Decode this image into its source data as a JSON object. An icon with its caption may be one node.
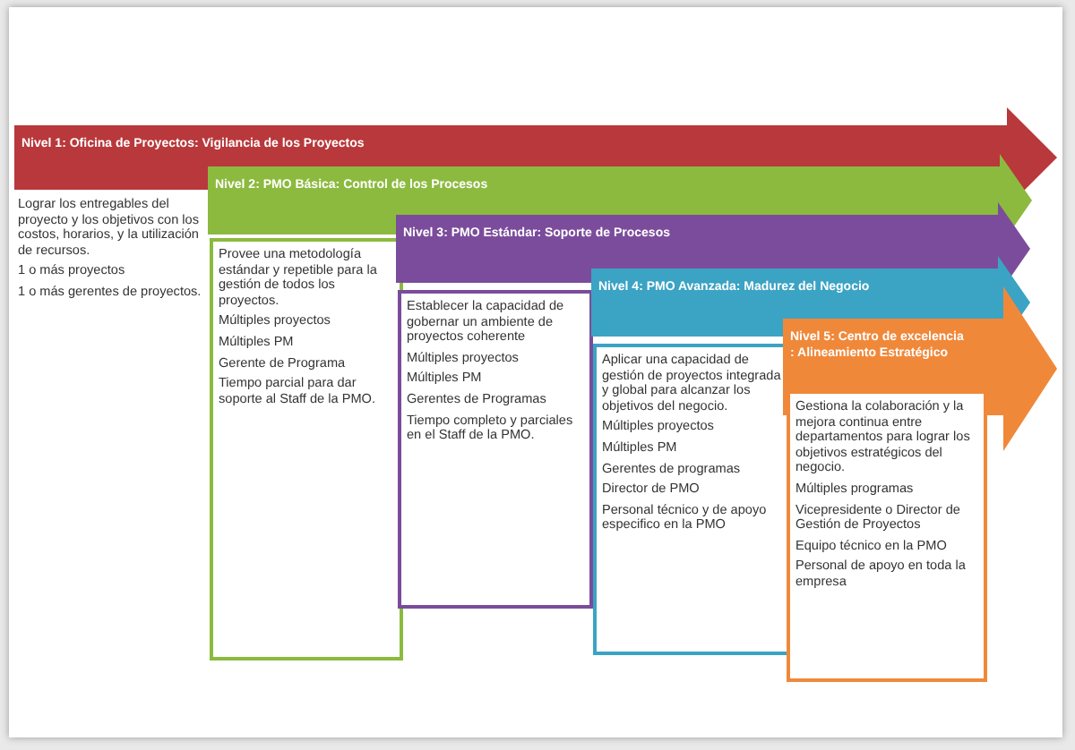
{
  "diagram": {
    "nodes": [
      {
        "text": [
          "Nivel 1: Oficina de Proyectos: Vigilancia de los Proyectos"
        ]
      },
      {
        "text": [
          "Lograr los entregables del proyecto y los objetivos con los costos, horarios, y la utilización de recursos.",
          "1 o más proyectos",
          "1 o más gerentes de proyectos."
        ]
      },
      {
        "text": [
          "Nivel 2: PMO Básica: Control de los Procesos"
        ]
      },
      {
        "text": [
          "Provee una metodología estándar y repetible para  la gestión de todos los proyectos.",
          "Múltiples proyectos",
          "Múltiples PM",
          "Gerente de Programa",
          "Tiempo parcial para dar soporte al Staff de la PMO."
        ]
      },
      {
        "text": [
          "Nivel 3: PMO Estándar: Soporte de Procesos"
        ]
      },
      {
        "text": [
          "Establecer la capacidad de gobernar un ambiente de proyectos coherente",
          "Múltiples proyectos",
          "Múltiples PM",
          "Gerentes de Programas",
          "Tiempo completo y parciales en el Staff de la PMO."
        ]
      },
      {
        "text": [
          "Nivel 4: PMO Avanzada: Madurez del Negocio"
        ]
      },
      {
        "text": [
          "Aplicar una capacidad de gestión de proyectos integrada y global para alcanzar los objetivos del negocio.",
          "Múltiples proyectos",
          "Múltiples PM",
          "Gerentes de programas",
          "Director de PMO",
          "Personal técnico y de apoyo especifico en la PMO"
        ]
      },
      {
        "text": [
          "Nivel 5: Centro de excelencia : Alineamiento Estratégico"
        ]
      },
      {
        "text": [
          "Gestiona la colaboración y la mejora continua entre departamentos para lograr los objetivos estratégicos del negocio.",
          "Múltiples programas",
          "Vicepresidente o Director de Gestión de Proyectos",
          "Equipo técnico  en la PMO",
          "Personal de apoyo en toda la empresa"
        ]
      }
    ]
  }
}
